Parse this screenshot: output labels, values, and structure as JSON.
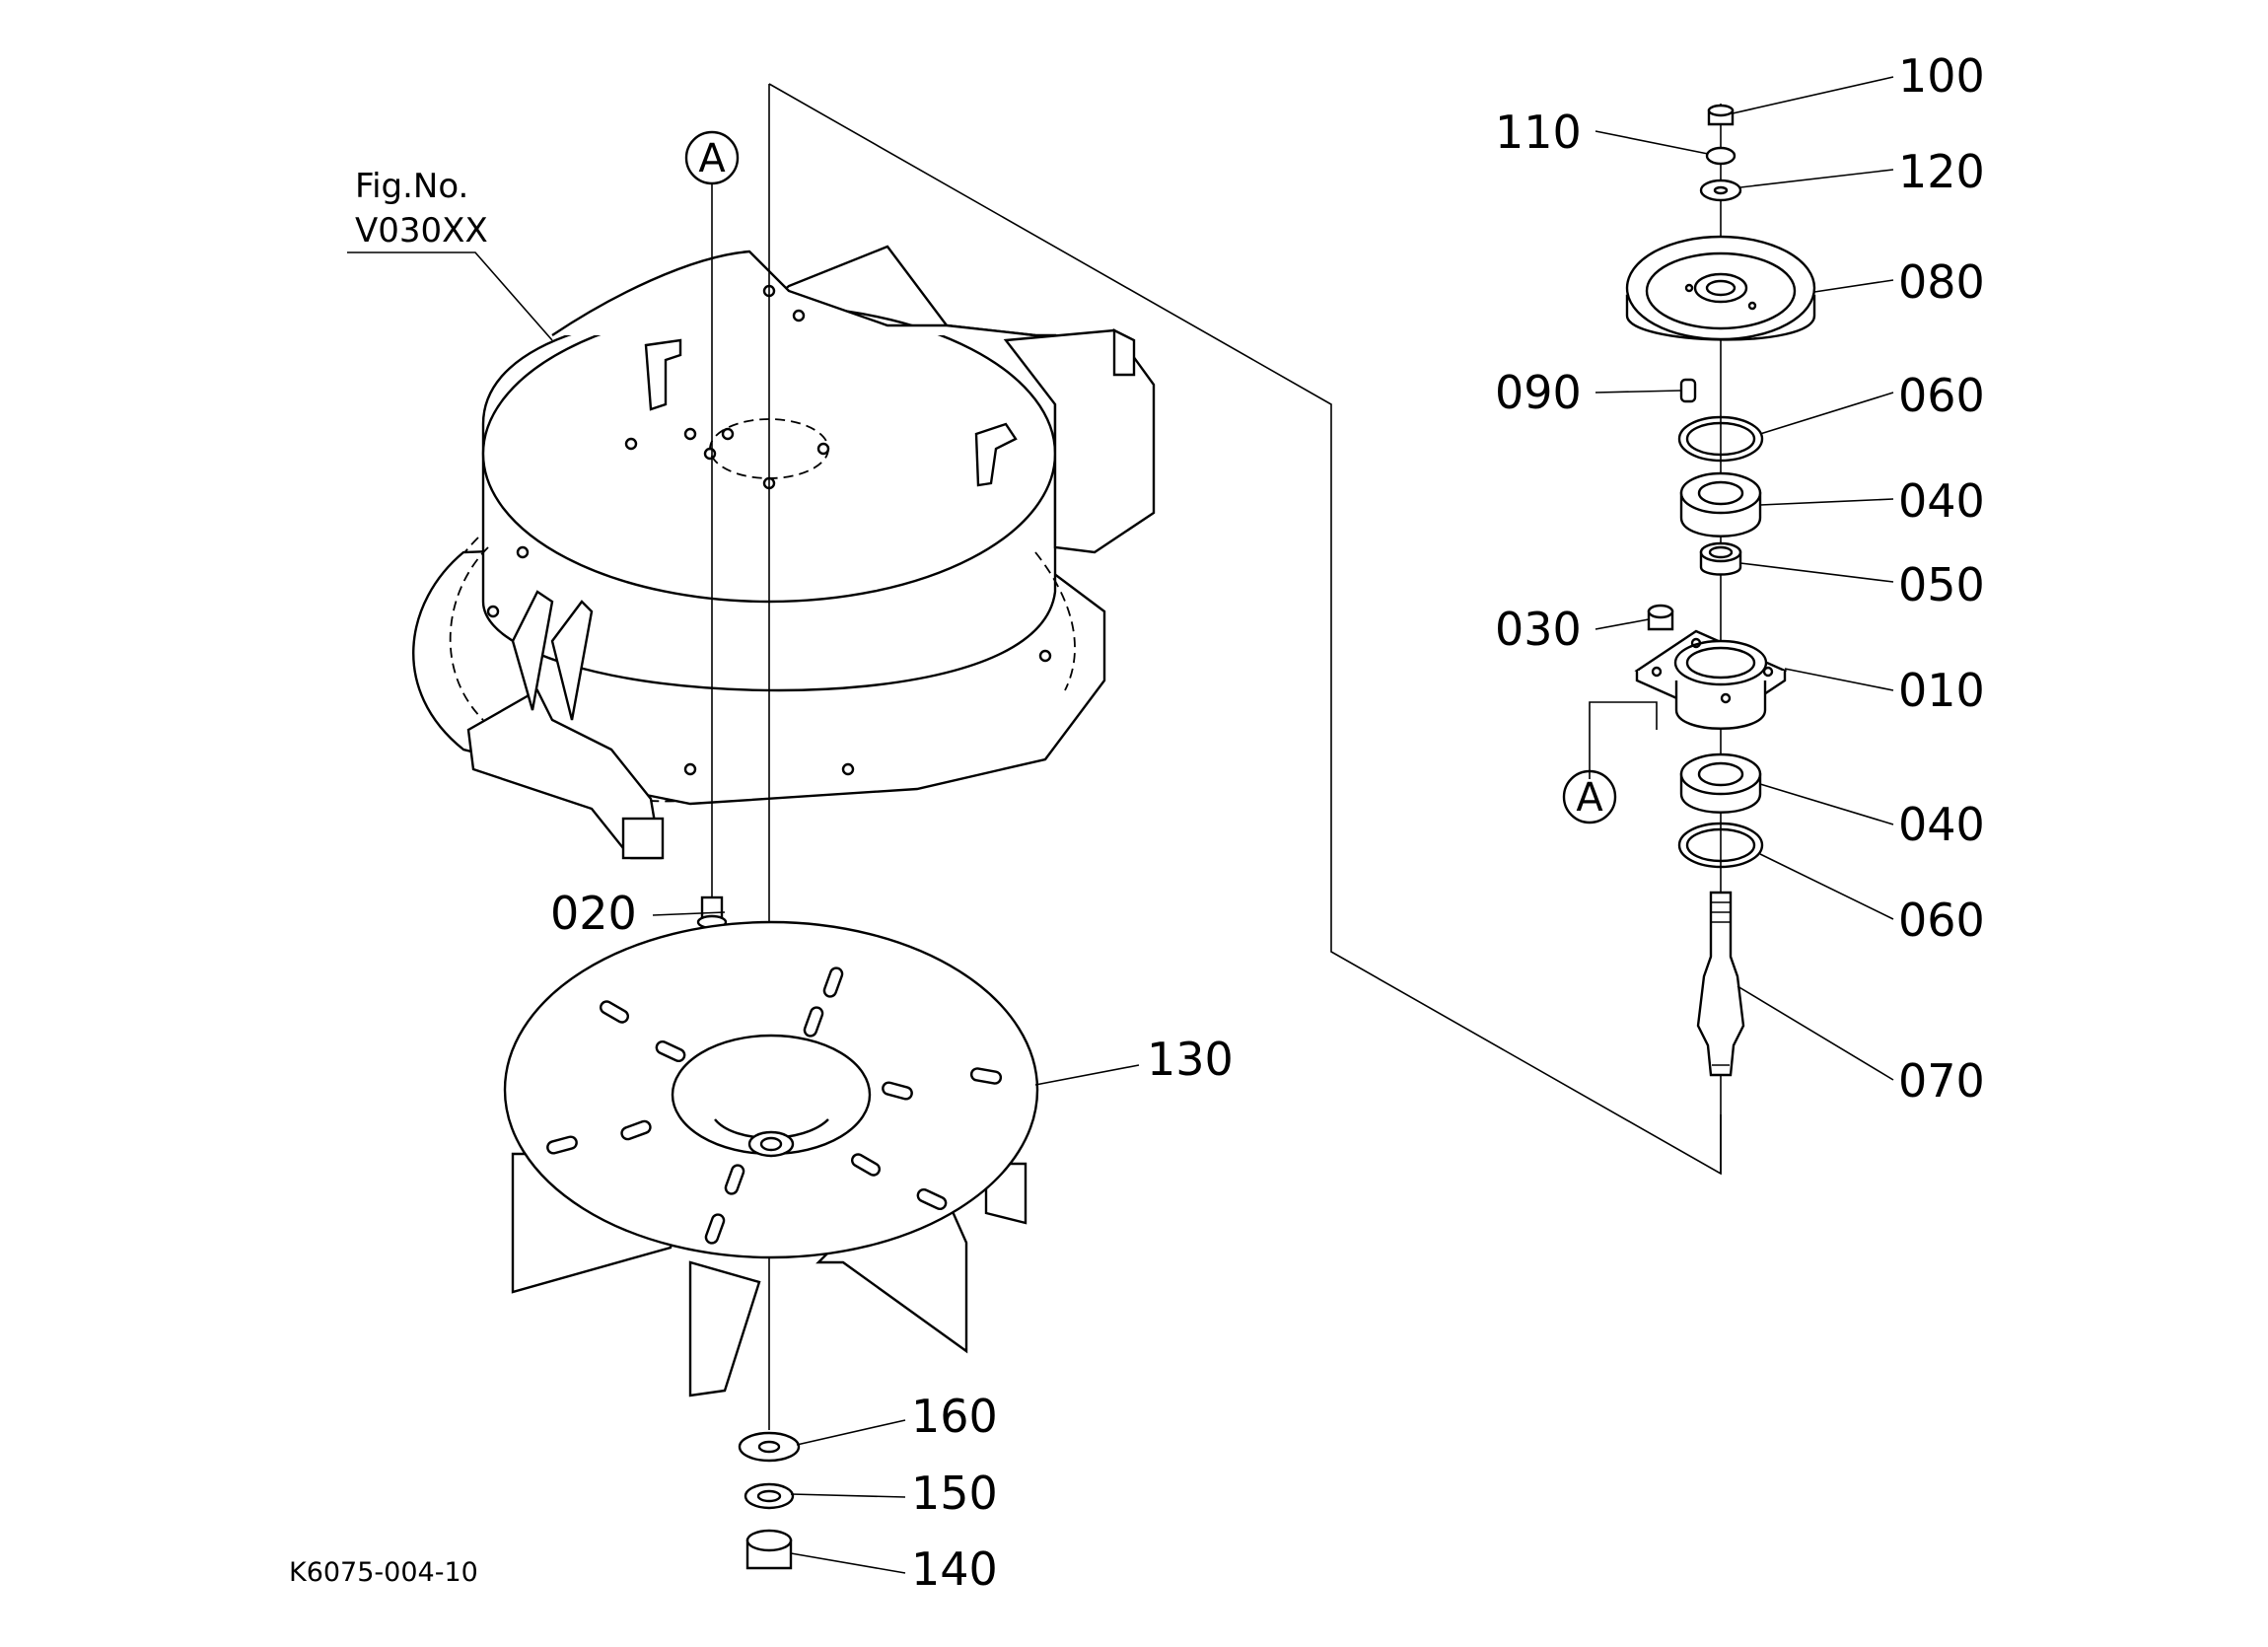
{
  "figure": {
    "ref_label": "Fig.No.",
    "ref_code": "V030XX",
    "drawing_id": "K6075-004-10",
    "datum_label": "A"
  },
  "parts": [
    {
      "id": "010",
      "label": "010"
    },
    {
      "id": "020",
      "label": "020"
    },
    {
      "id": "030",
      "label": "030"
    },
    {
      "id": "040a",
      "label": "040"
    },
    {
      "id": "040b",
      "label": "040"
    },
    {
      "id": "050",
      "label": "050"
    },
    {
      "id": "060a",
      "label": "060"
    },
    {
      "id": "060b",
      "label": "060"
    },
    {
      "id": "070",
      "label": "070"
    },
    {
      "id": "080",
      "label": "080"
    },
    {
      "id": "090",
      "label": "090"
    },
    {
      "id": "100",
      "label": "100"
    },
    {
      "id": "110",
      "label": "110"
    },
    {
      "id": "120",
      "label": "120"
    },
    {
      "id": "130",
      "label": "130"
    },
    {
      "id": "140",
      "label": "140"
    },
    {
      "id": "150",
      "label": "150"
    },
    {
      "id": "160",
      "label": "160"
    }
  ]
}
